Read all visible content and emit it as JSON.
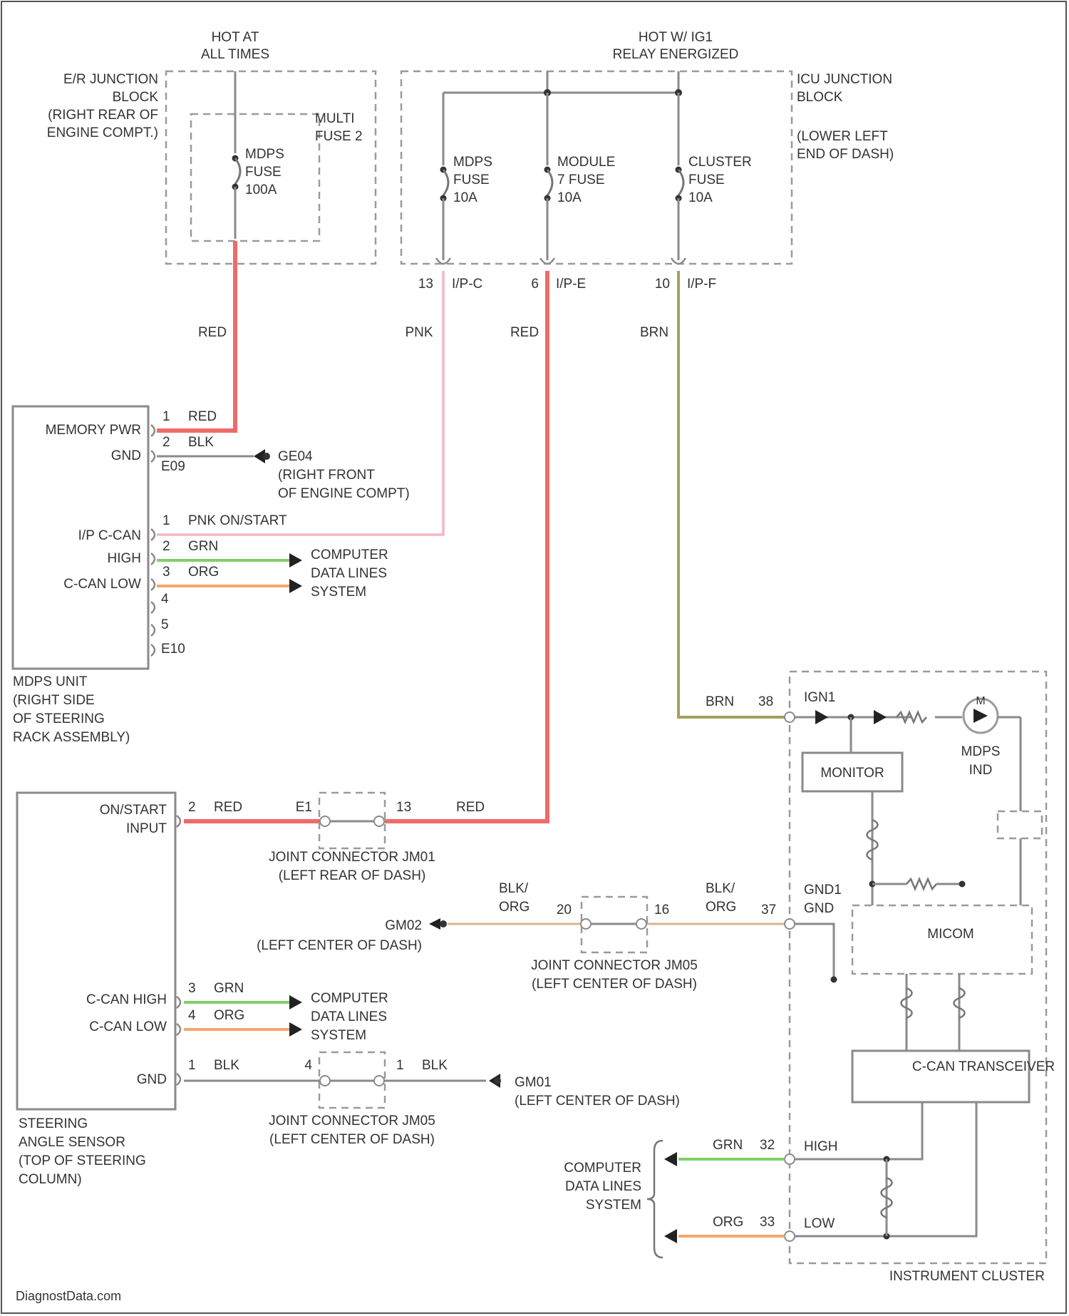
{
  "colors": {
    "red": "#f06a6a",
    "pink": "#f6b6c4",
    "brown": "#a5a05a",
    "green": "#7fd06a",
    "orange": "#f5a66a",
    "tan": "#d8b48c",
    "gray": "#8a8a8a"
  },
  "icons": [
    "fuse-symbol",
    "ground-symbol",
    "arrow-connector",
    "led-indicator",
    "coil-symbol"
  ],
  "top": {
    "hot_at_all_times": [
      "HOT AT",
      "ALL TIMES"
    ],
    "hot_relay": [
      "HOT W/ IG1",
      "RELAY ENERGIZED"
    ]
  },
  "er_block": {
    "label": [
      "E/R JUNCTION",
      "BLOCK",
      "(RIGHT REAR OF",
      "ENGINE COMPT.)"
    ],
    "multi_fuse": [
      "MULTI",
      "FUSE 2"
    ],
    "fuse": [
      "MDPS",
      "FUSE",
      "100A"
    ]
  },
  "icu_block": {
    "label": [
      "ICU JUNCTION",
      "BLOCK"
    ],
    "location": [
      "(LOWER LEFT",
      "END OF DASH)"
    ],
    "fuse_mdps": [
      "MDPS",
      "FUSE",
      "10A"
    ],
    "fuse_module": [
      "MODULE",
      "7 FUSE",
      "10A"
    ],
    "fuse_cluster": [
      "CLUSTER",
      "FUSE",
      "10A"
    ],
    "conn_c_pin": "13",
    "conn_c": "I/P-C",
    "conn_e_pin": "6",
    "conn_e": "I/P-E",
    "conn_f_pin": "10",
    "conn_f": "I/P-F"
  },
  "wire_labels": {
    "red_1": "RED",
    "pnk": "PNK",
    "red_2": "RED",
    "brn": "BRN"
  },
  "mdps_unit": {
    "memory_pwr": "MEMORY PWR",
    "gnd": "GND",
    "ip_ccan": "I/P C-CAN",
    "high": "HIGH",
    "ccan_low": "C-CAN LOW",
    "pin1": "1",
    "pin1_color": "RED",
    "pin2": "2",
    "pin2_color": "BLK",
    "conn_e09": "E09",
    "ground": "GE04",
    "ground_loc": [
      "(RIGHT FRONT",
      "OF ENGINE COMPT)"
    ],
    "can_pin1": "1",
    "can_pin1_color": "PNK ON/START",
    "can_pin2": "2",
    "can_pin2_color": "GRN",
    "can_pin3": "3",
    "can_pin3_color": "ORG",
    "can_pin4": "4",
    "can_pin5": "5",
    "conn_e10": "E10",
    "cdl": [
      "COMPUTER",
      "DATA LINES",
      "SYSTEM"
    ],
    "label": [
      "MDPS UNIT",
      "(RIGHT SIDE",
      "OF STEERING",
      "RACK ASSEMBLY)"
    ]
  },
  "steering_sensor": {
    "onstart": "ON/START",
    "input": "INPUT",
    "pin2": "2",
    "pin2_color": "RED",
    "jm01_in": "E1",
    "jm01_out": "13",
    "jm01_color": "RED",
    "jm01_label": [
      "JOINT CONNECTOR JM01",
      "(LEFT REAR OF DASH)"
    ],
    "ccan_high": "C-CAN HIGH",
    "ccan_low": "C-CAN LOW",
    "pin3": "3",
    "pin3_color": "GRN",
    "pin4": "4",
    "pin4_color": "ORG",
    "cdl": [
      "COMPUTER",
      "DATA LINES",
      "SYSTEM"
    ],
    "gnd": "GND",
    "pin1": "1",
    "pin1_color": "BLK",
    "jm05_in": "4",
    "jm05_out": "1",
    "jm05_color": "BLK",
    "ground": "GM01",
    "ground_loc": "(LEFT CENTER OF DASH)",
    "jm05_label": [
      "JOINT CONNECTOR JM05",
      "(LEFT CENTER OF DASH)"
    ],
    "label": [
      "STEERING",
      "ANGLE SENSOR",
      "(TOP OF STEERING",
      "COLUMN)"
    ]
  },
  "gm02": {
    "ground": "GM02",
    "ground_loc": "(LEFT CENTER OF DASH)",
    "color_left": [
      "BLK/",
      "ORG"
    ],
    "pin_left": "20",
    "pin_right": "16",
    "color_right": [
      "BLK/",
      "ORG"
    ],
    "cluster_pin": "37",
    "jm05_label": [
      "JOINT CONNECTOR JM05",
      "(LEFT CENTER OF DASH)"
    ]
  },
  "cluster": {
    "brn": "BRN",
    "pin38": "38",
    "ign1": "IGN1",
    "m_symbol": "M",
    "mdps_ind": [
      "MDPS",
      "IND"
    ],
    "monitor": "MONITOR",
    "gnd_label": [
      "GND1",
      "GND"
    ],
    "micom": "MICOM",
    "transceiver": "C-CAN TRANSCEIVER",
    "grn": "GRN",
    "pin_high": "32",
    "high": "HIGH",
    "org": "ORG",
    "pin_low": "33",
    "low": "LOW",
    "cdl": [
      "COMPUTER",
      "DATA LINES",
      "SYSTEM"
    ],
    "label": "INSTRUMENT CLUSTER"
  },
  "watermark": "DiagnostData.com"
}
